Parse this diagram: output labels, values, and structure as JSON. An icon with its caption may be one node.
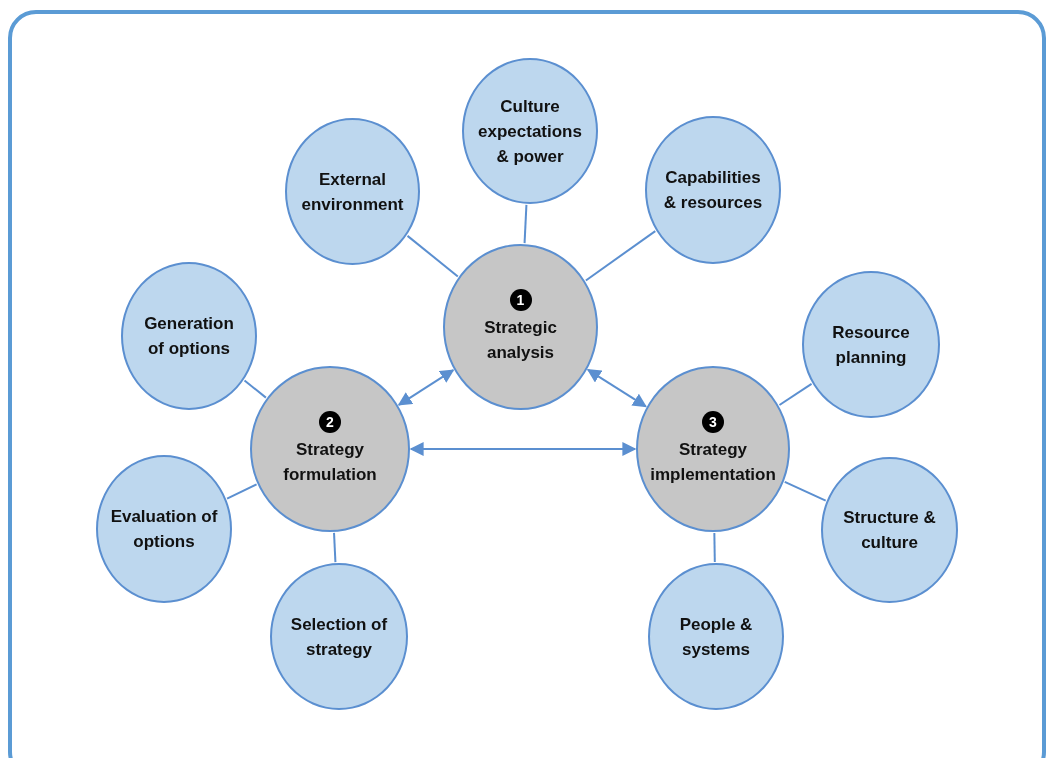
{
  "diagram": {
    "nodes": [
      {
        "text": [
          "Culture expectations & power"
        ]
      },
      {
        "text": [
          "External environment"
        ]
      },
      {
        "text": [
          "Capabilities & resources"
        ]
      },
      {
        "text": [
          "1",
          "Strategic analysis"
        ]
      },
      {
        "text": [
          "Generation of options"
        ]
      },
      {
        "text": [
          "Resource planning"
        ]
      },
      {
        "text": [
          "2",
          "Strategy formulation"
        ]
      },
      {
        "text": [
          "3",
          "Strategy implementation"
        ]
      },
      {
        "text": [
          "Evaluation of options"
        ]
      },
      {
        "text": [
          "Structure & culture"
        ]
      },
      {
        "text": [
          "Selection of strategy"
        ]
      },
      {
        "text": [
          "People & systems"
        ]
      }
    ],
    "edges": [
      {
        "from": 3,
        "to": 0,
        "arrow": "none"
      },
      {
        "from": 3,
        "to": 1,
        "arrow": "none"
      },
      {
        "from": 3,
        "to": 2,
        "arrow": "none"
      },
      {
        "from": 3,
        "to": 6,
        "arrow": "both"
      },
      {
        "from": 3,
        "to": 7,
        "arrow": "both"
      },
      {
        "from": 6,
        "to": 7,
        "arrow": "both"
      },
      {
        "from": 6,
        "to": 4,
        "arrow": "none"
      },
      {
        "from": 6,
        "to": 8,
        "arrow": "none"
      },
      {
        "from": 6,
        "to": 10,
        "arrow": "none"
      },
      {
        "from": 7,
        "to": 5,
        "arrow": "none"
      },
      {
        "from": 7,
        "to": 9,
        "arrow": "none"
      },
      {
        "from": 7,
        "to": 11,
        "arrow": "none"
      }
    ]
  }
}
